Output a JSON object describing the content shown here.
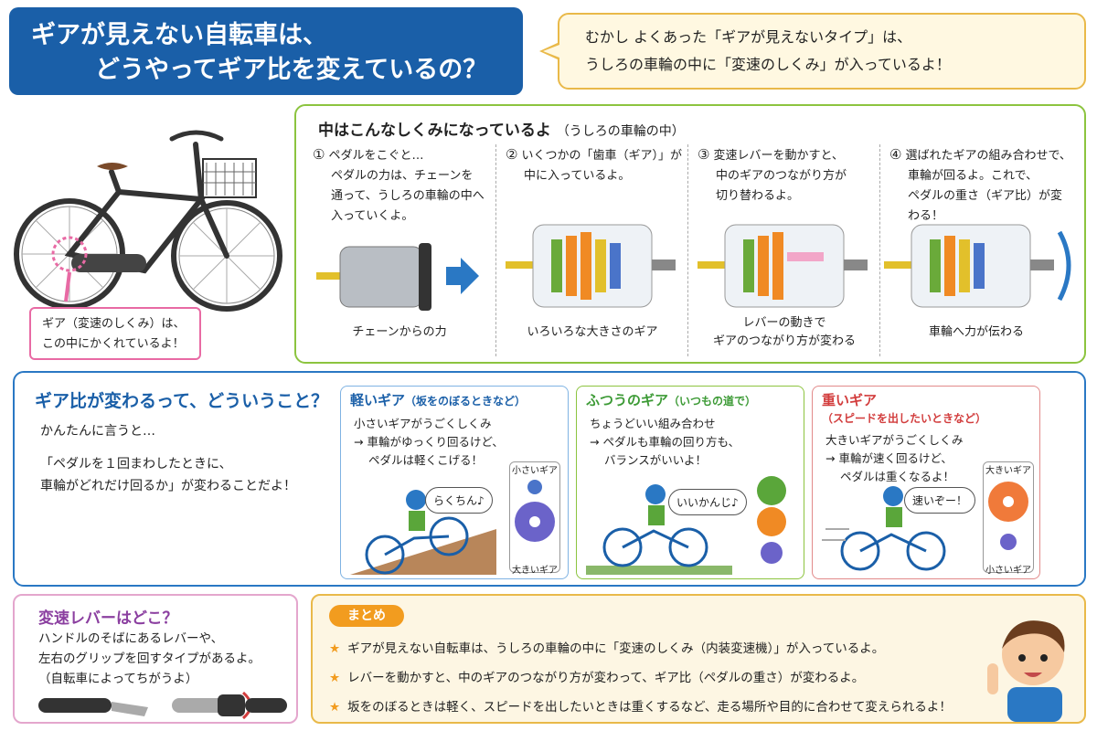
{
  "title": {
    "line1": "ギアが見えない自転車は、",
    "line2": "どうやってギア比を変えているの？"
  },
  "intro_bubble": {
    "line1": "むかし よくあった「ギアが見えないタイプ」は、",
    "line2": "うしろの車輪の中に「変速のしくみ」が入っているよ！"
  },
  "bike_note": {
    "line1": "ギア（変速のしくみ）は、",
    "line2": "この中にかくれているよ！"
  },
  "mechanism": {
    "title": "中はこんなしくみになっているよ",
    "subtitle": "（うしろの車輪の中）",
    "steps": [
      {
        "num": "①",
        "lines": [
          "ペダルをこぐと…",
          "ペダルの力は、チェーンを",
          "通って、うしろの車輪の中へ",
          "入っていくよ。"
        ],
        "caption": "チェーンからの力"
      },
      {
        "num": "②",
        "lines": [
          "いくつかの「歯車（ギア）」が",
          "中に入っているよ。"
        ],
        "caption": "いろいろな大きさのギア"
      },
      {
        "num": "③",
        "lines": [
          "変速レバーを動かすと、",
          "中のギアのつながり方が",
          "切り替わるよ。"
        ],
        "caption_lines": [
          "レバーの動きで",
          "ギアのつながり方が変わる"
        ]
      },
      {
        "num": "④",
        "lines": [
          "選ばれたギアの組み合わせで、",
          "車輪が回るよ。これで、",
          "ペダルの重さ（ギア比）が変わる！"
        ],
        "caption": "車輪へ力が伝わる"
      }
    ]
  },
  "ratio": {
    "title": "ギア比が変わるって、どういうこと？",
    "intro": "かんたんに言うと…",
    "line1": "「ペダルを１回まわしたときに、",
    "line2": "車輪がどれだけ回るか」が変わることだよ！"
  },
  "gears": {
    "light": {
      "name": "軽いギア",
      "note": "（坂をのぼるときなど）",
      "lines": [
        "小さいギアがうごくしくみ",
        "→ 車輪がゆっくり回るけど、",
        "ペダルは軽くこげる！"
      ],
      "speech": "らくちん♪",
      "top_label": "小さいギア",
      "bottom_label": "大きいギア",
      "color": "#2a78c4"
    },
    "normal": {
      "name": "ふつうのギア",
      "note": "（いつもの道で）",
      "lines": [
        "ちょうどいい組み合わせ",
        "→ ペダルも車輪の回り方も、",
        "バランスがいいよ！"
      ],
      "speech": "いいかんじ♪",
      "color": "#3c9a35"
    },
    "heavy": {
      "name": "重いギア",
      "note": "（スピードを出したいときなど）",
      "lines": [
        "大きいギアがうごくしくみ",
        "→ 車輪が速く回るけど、",
        "ペダルは重くなるよ！"
      ],
      "speech": "速いぞー！",
      "top_label": "大きいギア",
      "bottom_label": "小さいギア",
      "color": "#d23c3c"
    }
  },
  "lever": {
    "title": "変速レバーはどこ？",
    "lines": [
      "ハンドルのそばにあるレバーや、",
      "左右のグリップを回すタイプがあるよ。",
      "（自転車によってちがうよ）"
    ]
  },
  "summary": {
    "badge": "まとめ",
    "items": [
      "ギアが見えない自転車は、うしろの車輪の中に「変速のしくみ（内装変速機）」が入っているよ。",
      "レバーを動かすと、中のギアのつながり方が変わって、ギア比（ペダルの重さ）が変わるよ。",
      "坂をのぼるときは軽く、スピードを出したいときは重くするなど、走る場所や目的に合わせて変えられるよ！"
    ]
  }
}
